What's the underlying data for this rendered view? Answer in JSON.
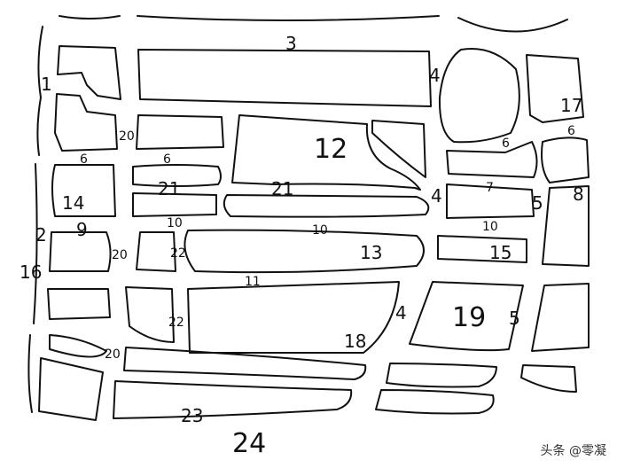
{
  "labels": {
    "b1": "1",
    "b2": "2",
    "b3": "3",
    "b4a": "4",
    "b4b": "4",
    "b4c": "4",
    "b5a": "5",
    "b5b": "5",
    "b6a": "6",
    "b6b": "6",
    "b6c": "6",
    "b6d": "6",
    "b7": "7",
    "b8": "8",
    "b9": "9",
    "b10a": "10",
    "b10b": "10",
    "b10c": "10",
    "b11": "11",
    "b12": "12",
    "b13": "13",
    "b14": "14",
    "b15": "15",
    "b16": "16",
    "b17": "17",
    "b18": "18",
    "b19": "19",
    "b20a": "20",
    "b20b": "20",
    "b20c": "20",
    "b21a": "21",
    "b21b": "21",
    "b22a": "22",
    "b22b": "22",
    "b23": "23",
    "b24": "24"
  },
  "watermark": "头条 @零凝"
}
